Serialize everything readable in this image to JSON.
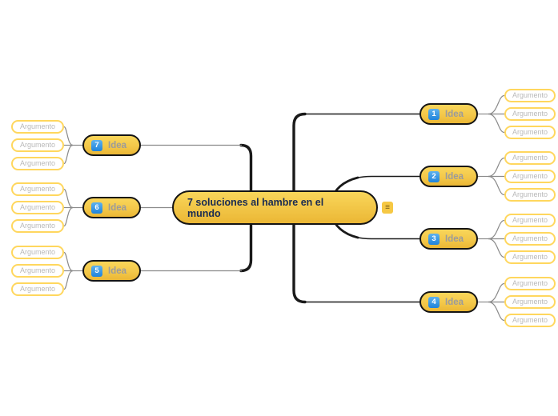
{
  "root": {
    "label": "7 soluciones al hambre en el mundo",
    "menu_icon": "≡"
  },
  "branches": [
    {
      "number": "1",
      "label": "Idea",
      "side": "right",
      "arguments": [
        "Argumento",
        "Argumento",
        "Argumento"
      ]
    },
    {
      "number": "2",
      "label": "Idea",
      "side": "right",
      "arguments": [
        "Argumento",
        "Argumento",
        "Argumento"
      ]
    },
    {
      "number": "3",
      "label": "Idea",
      "side": "right",
      "arguments": [
        "Argumento",
        "Argumento",
        "Argumento"
      ]
    },
    {
      "number": "4",
      "label": "Idea",
      "side": "right",
      "arguments": [
        "Argumento",
        "Argumento",
        "Argumento"
      ]
    },
    {
      "number": "5",
      "label": "Idea",
      "side": "left",
      "arguments": [
        "Argumento",
        "Argumento",
        "Argumento"
      ]
    },
    {
      "number": "6",
      "label": "Idea",
      "side": "left",
      "arguments": [
        "Argumento",
        "Argumento",
        "Argumento"
      ]
    },
    {
      "number": "7",
      "label": "Idea",
      "side": "left",
      "arguments": [
        "Argumento",
        "Argumento",
        "Argumento"
      ]
    }
  ],
  "colors": {
    "node_fill_top": "#F9D65A",
    "node_fill_bottom": "#EBB735",
    "node_border": "#141414",
    "root_text": "#1A2B52",
    "idea_text": "#9B9B9B",
    "badge_blue_top": "#5FB2EE",
    "badge_blue_bottom": "#1F83DB",
    "badge_text": "#FFFFFF",
    "arg_border": "#FFD75E",
    "arg_text": "#B9B9B9",
    "wire_dark": "#1A1A1A",
    "wire_gray": "#8A8A8A",
    "menu_bg": "#F6C844",
    "menu_glyph": "#7A5E17"
  }
}
